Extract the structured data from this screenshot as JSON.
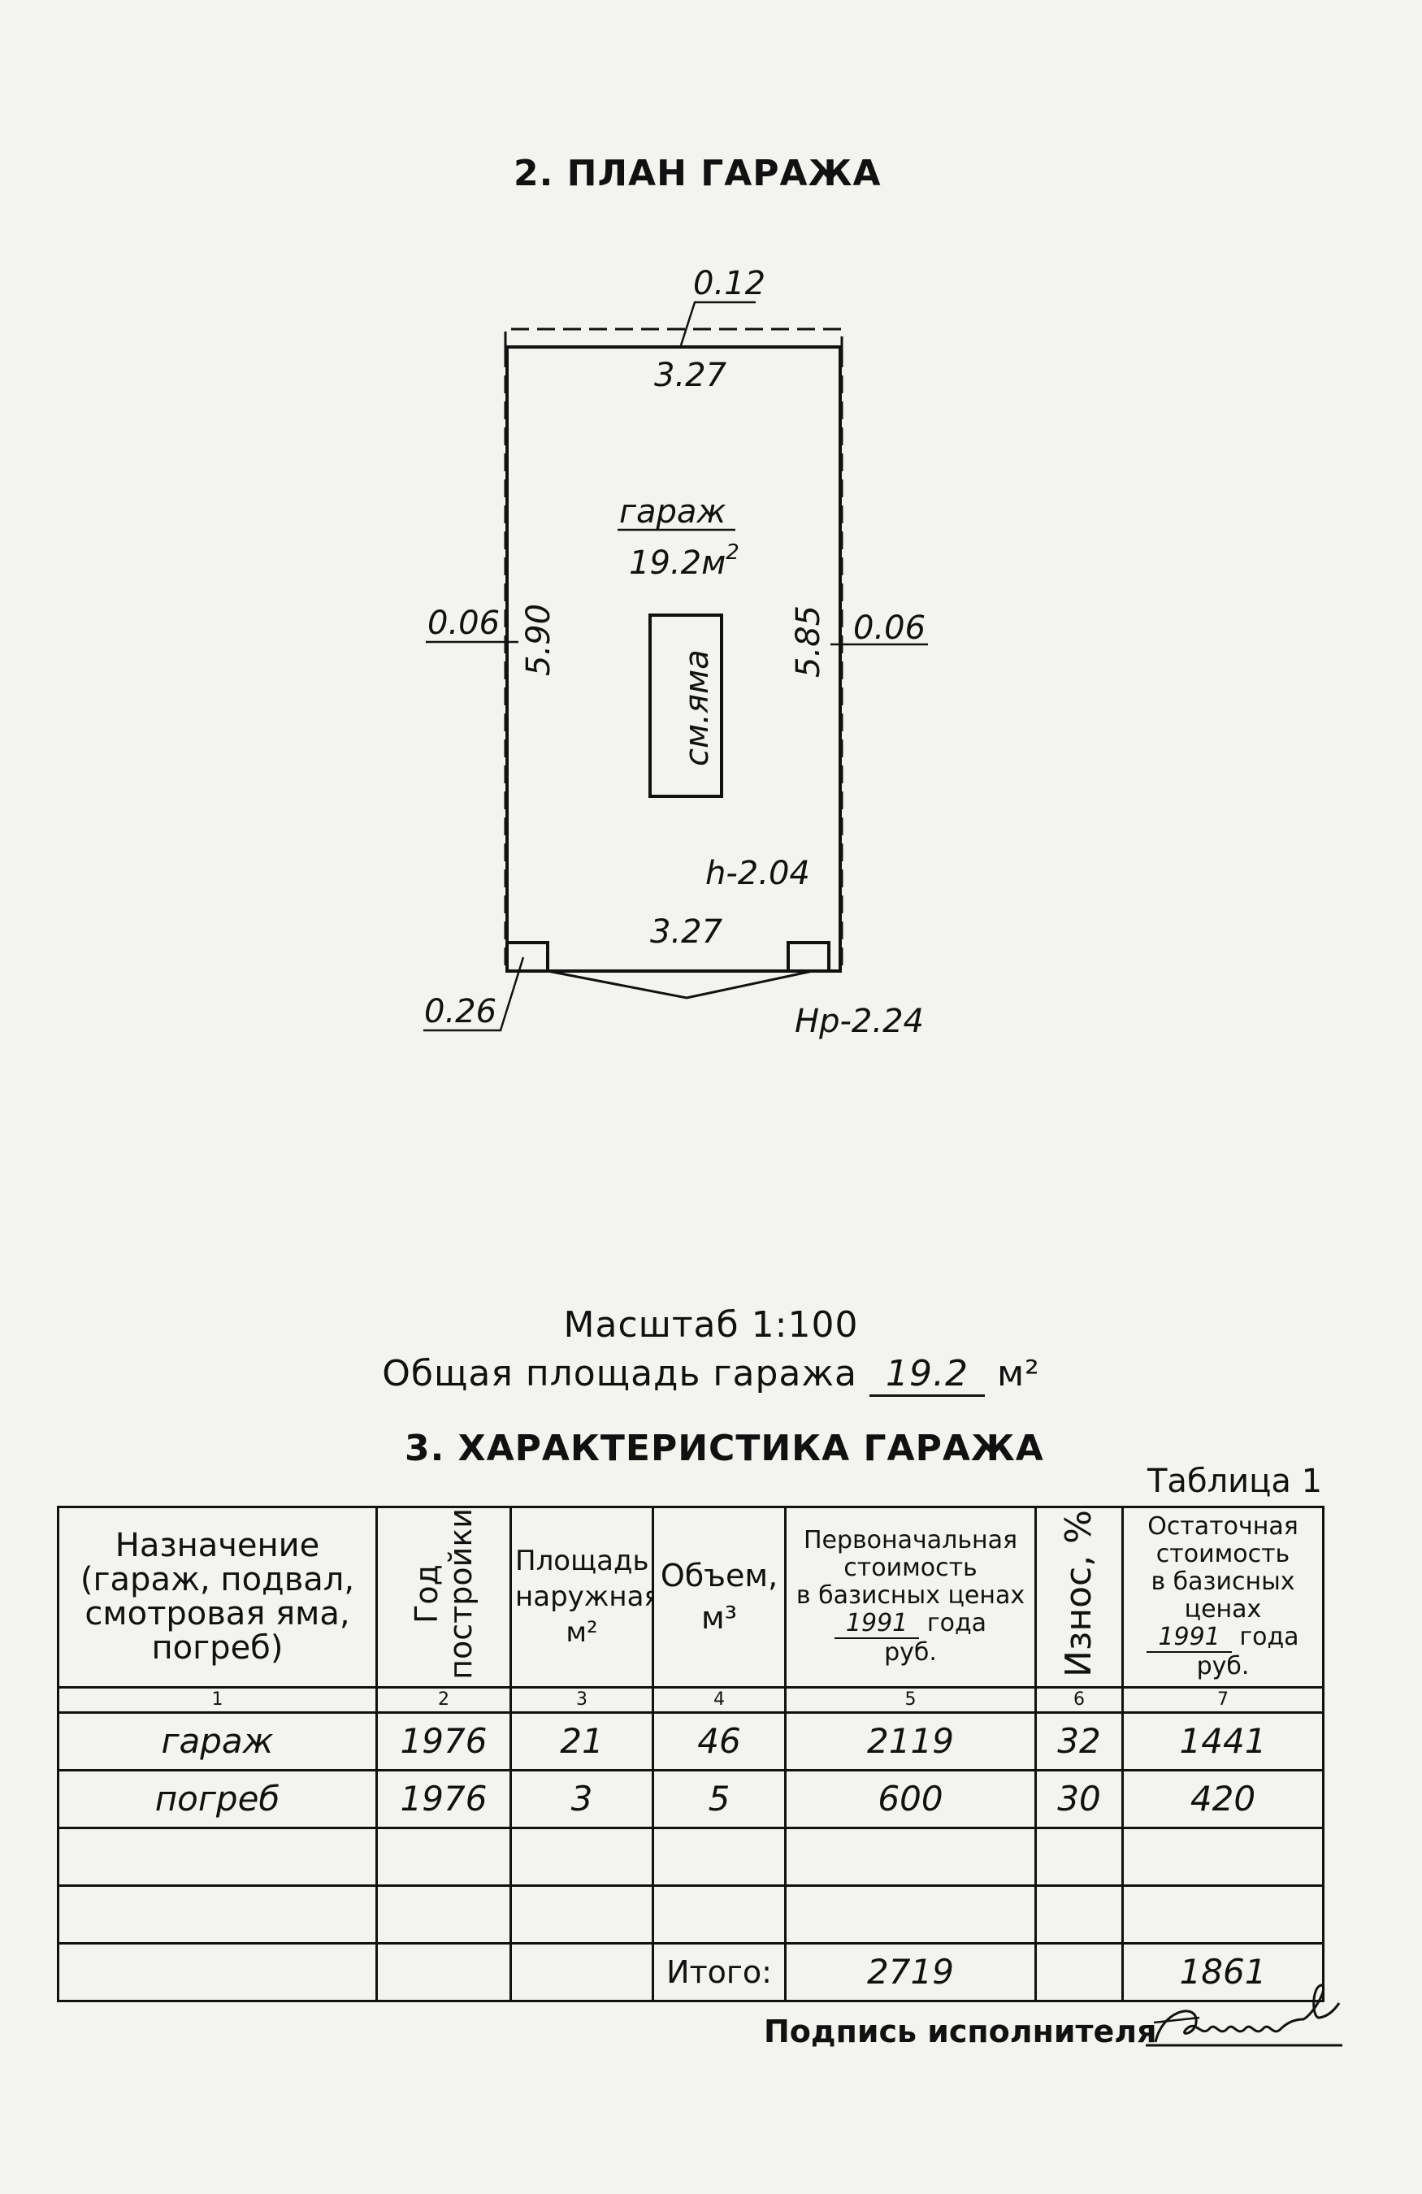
{
  "plan": {
    "title": "2. ПЛАН ГАРАЖА",
    "room_name": "гараж",
    "room_area": "19.2м",
    "room_area_sup": "2",
    "pit_label": "см.яма",
    "dims": {
      "top_wall": "0.12",
      "top_inner": "3.27",
      "left_wall": "0.06",
      "left_inner": "5.90",
      "right_inner": "5.85",
      "right_wall": "0.06",
      "height": "h-2.04",
      "bottom_inner": "3.27",
      "bottom_wall": "0.26",
      "gate_height": "Нр-2.24"
    }
  },
  "info": {
    "scale_label": "Масштаб  1:100",
    "area_label": "Общая площадь гаража",
    "area_value": "19.2",
    "area_unit": "м²"
  },
  "characteristics": {
    "title": "3. ХАРАКТЕРИСТИКА ГАРАЖА",
    "table_label": "Таблица 1",
    "headers": {
      "purpose": "Назначение (гараж, подвал, смотровая яма, погреб)",
      "year": "Год постройки",
      "area_line1": "Площадь",
      "area_line2": "наружная,",
      "area_unit": "м²",
      "volume_line1": "Объем,",
      "volume_unit": "м³",
      "initial_line1": "Первоначальная",
      "initial_line2": "стоимость",
      "initial_line3": "в базисных ценах",
      "initial_year": "1991",
      "initial_year_word": "года",
      "initial_unit": "руб.",
      "wear": "Износ, %",
      "residual_line1": "Остаточная",
      "residual_line2": "стоимость",
      "residual_line3": "в базисных ценах",
      "residual_year": "1991",
      "residual_year_word": "года",
      "residual_unit": "руб."
    },
    "col_numbers": [
      "1",
      "2",
      "3",
      "4",
      "5",
      "6",
      "7"
    ],
    "rows": [
      {
        "purpose": "гараж",
        "year": "1976",
        "area": "21",
        "volume": "46",
        "initial": "2119",
        "wear": "32",
        "residual": "1441"
      },
      {
        "purpose": "погреб",
        "year": "1976",
        "area": "3",
        "volume": "5",
        "initial": "600",
        "wear": "30",
        "residual": "420"
      }
    ],
    "total_label": "Итого:",
    "total_initial": "2719",
    "total_residual": "1861"
  },
  "signature": {
    "label": "Подпись исполнителя"
  }
}
